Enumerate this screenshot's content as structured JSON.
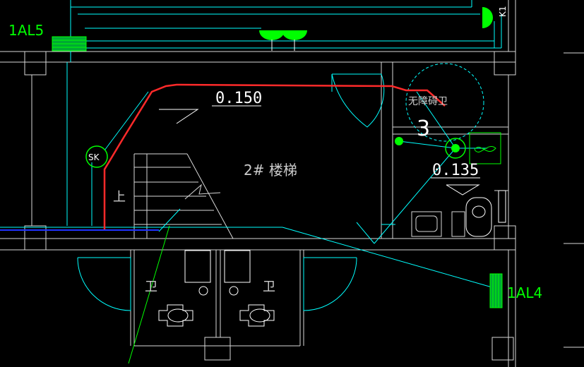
{
  "labels": {
    "panel_top_left": "1AL5",
    "panel_right": "1AL4",
    "room_name": "2# 楼梯",
    "elev_main": "0.150",
    "elev_right": "0.135",
    "room_number": "3",
    "accessible_wc": "无障碍卫",
    "sk_tag": "SK",
    "switch_tag": "K1",
    "stair_up": "上",
    "toilet_left": "卫",
    "toilet_right": "卫"
  },
  "colors": {
    "background": "#000000",
    "wall": "#ffffff",
    "wire": "#00ffff",
    "fixture": "#00ff00",
    "accent_wire": "#ff2a2a",
    "blue_wire": "#0000ff"
  },
  "icons": {
    "lamp": "ceiling-lamp-icon",
    "sk_box": "sk-box-icon",
    "switch": "switch-k1-icon",
    "squat_toilet": "squat-toilet-icon",
    "fan": "exhaust-fan-icon",
    "floor_drain": "floor-drain-icon"
  }
}
